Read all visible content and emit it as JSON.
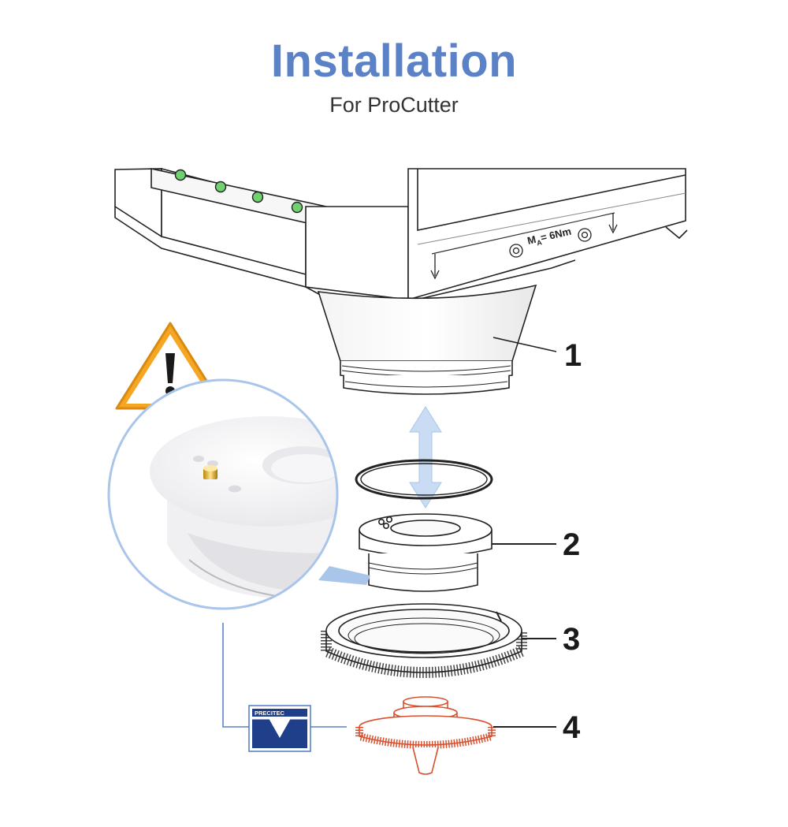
{
  "header": {
    "title": "Installation",
    "subtitle": "For ProCutter"
  },
  "diagram": {
    "torque_label": "M",
    "torque_subscript": "A",
    "torque_value": "= 6Nm",
    "callouts": [
      "1",
      "2",
      "3",
      "4"
    ],
    "brand_label": "PRECITEC",
    "warning_icon": "warning-triangle-icon",
    "colors": {
      "title": "#5b82c6",
      "warning_fill": "#f5a623",
      "magnifier_ring": "#a9c6ea",
      "arrow": "#c9dcf3",
      "nozzle": "#d9502e",
      "led": "#6fd16f"
    }
  }
}
